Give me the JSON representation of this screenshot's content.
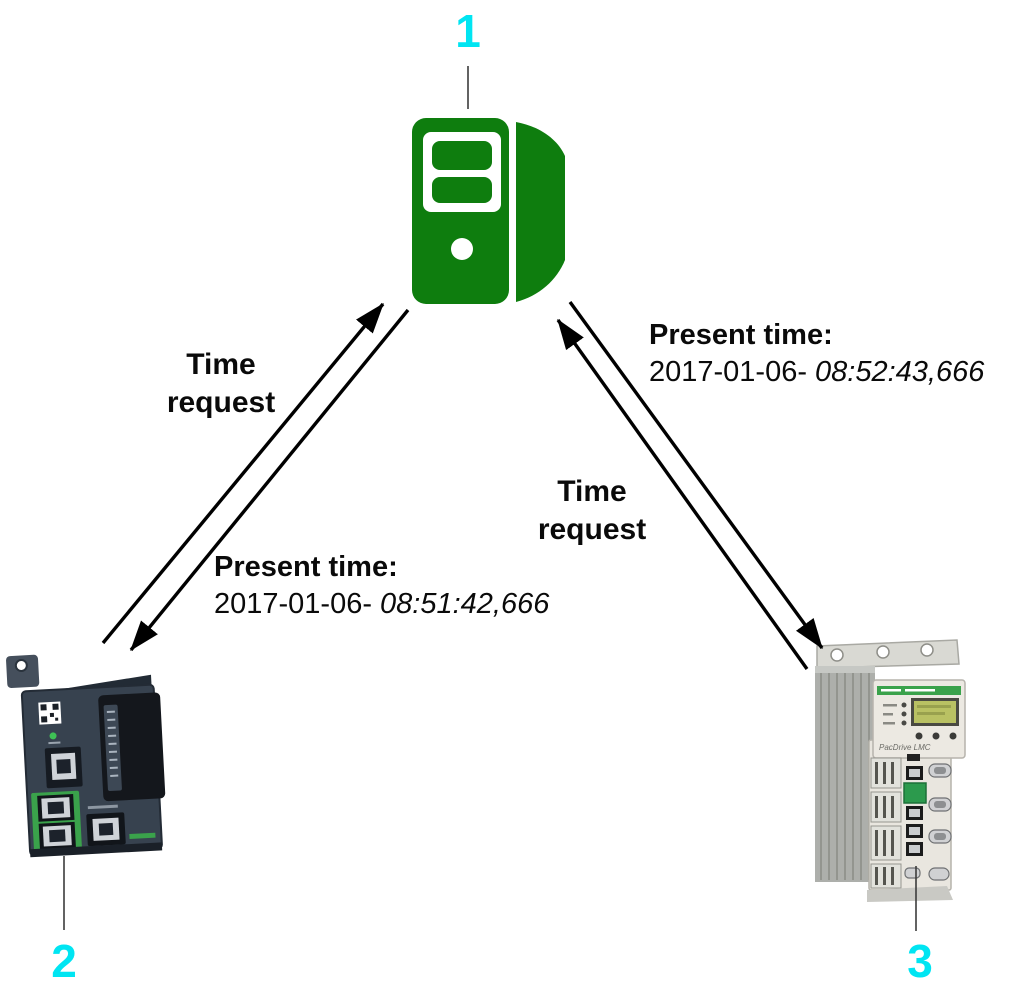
{
  "figure": {
    "type": "time-synchronization-diagram",
    "background": "#ffffff"
  },
  "colors": {
    "server_green": "#0e7d0e",
    "callout_cyan": "#00e5f2",
    "schneider_green": "#3aa24b",
    "arrow_black": "#000000",
    "leader_gray": "#3c3c3c"
  },
  "nodes": {
    "server": {
      "callout": "1"
    },
    "plc": {
      "callout": "2"
    },
    "drive": {
      "callout": "3",
      "model_label": "PacDrive LMC"
    }
  },
  "messages": {
    "plc_request": {
      "line1": "Time",
      "line2": "request"
    },
    "plc_response": {
      "heading": "Present time:",
      "date": "2017-01-06-",
      "time": "08:51:42,666"
    },
    "drive_request": {
      "line1": "Time",
      "line2": "request"
    },
    "drive_response": {
      "heading": "Present time:",
      "date": "2017-01-06-",
      "time": "08:52:43,666"
    }
  }
}
